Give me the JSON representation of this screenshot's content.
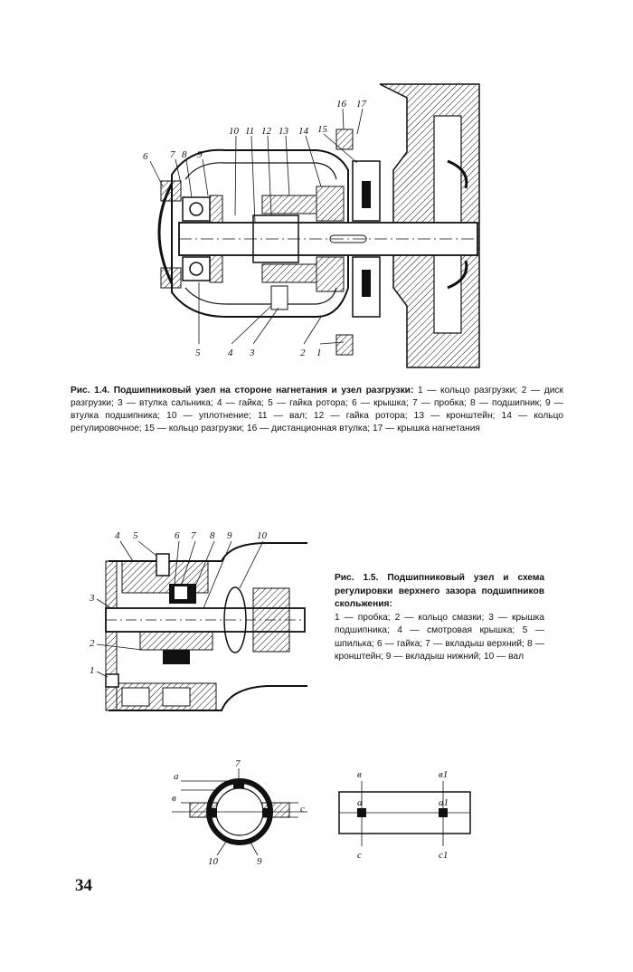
{
  "figure_1_4": {
    "callouts": [
      "6",
      "7",
      "8",
      "9",
      "10",
      "11",
      "12",
      "13",
      "14",
      "15",
      "16",
      "17",
      "5",
      "4",
      "3",
      "2",
      "1"
    ],
    "caption_title": "Рис. 1.4. Подшипниковый узел на стороне нагнетания и узел разгрузки:",
    "caption_body": "1 — кольцо разгрузки; 2 — диск разгрузки; 3 — втулка сальника; 4 — гайка; 5 — гайка ротора; 6 — крышка; 7 — пробка; 8 — подшипник; 9 — втулка подшипника; 10 — уплотнение; 11 — вал; 12 — гайка ротора; 13 — кронштейн; 14 — кольцо регулировочное; 15 — кольцо разгрузки; 16 — дистанционная втулка; 17 — крышка нагнетания"
  },
  "figure_1_5": {
    "callouts": [
      "4",
      "5",
      "6",
      "7",
      "8",
      "9",
      "10",
      "3",
      "2",
      "1"
    ],
    "caption_title": "Рис. 1.5. Подшипниковый узел и схема регулировки верхнего зазора подшипников скольжения:",
    "caption_body": "1 — пробка; 2 — кольцо смазки; 3 — крышка подшипника; 4 — смотровая крышка; 5 — шпилька; 6 — гайка; 7 — вкладыш верхний; 8 — кронштейн; 9 — вкладыш нижний; 10 — вал",
    "scheme_left_labels": [
      "7",
      "a",
      "в",
      "c",
      "10",
      "9"
    ],
    "scheme_right_labels": [
      "в",
      "в1",
      "a",
      "a1",
      "c",
      "c1"
    ]
  },
  "page_number": "34"
}
